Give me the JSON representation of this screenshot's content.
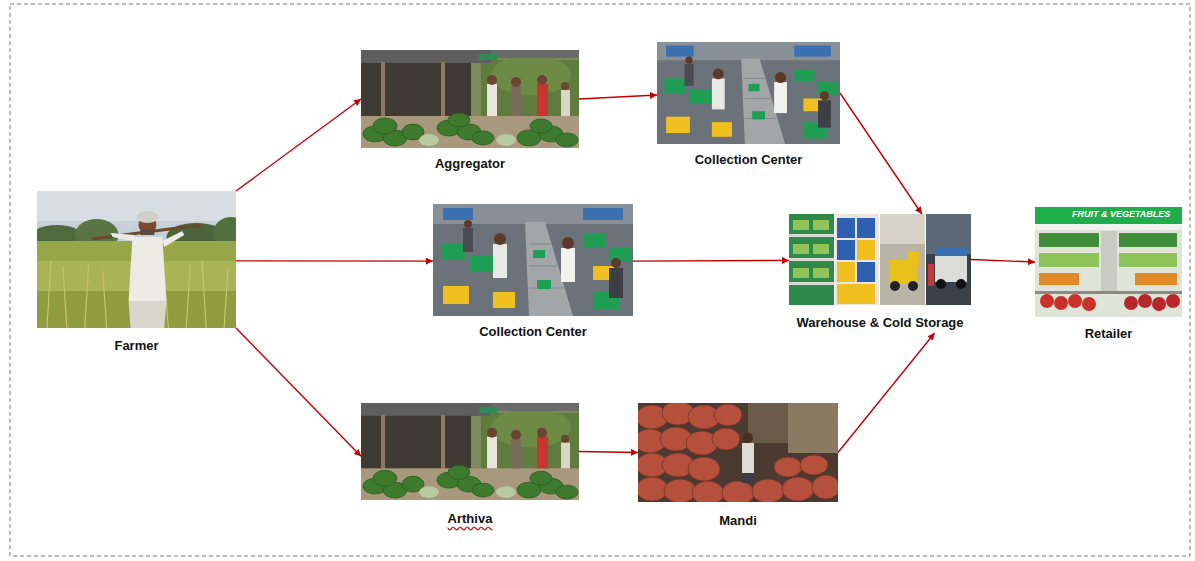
{
  "diagram": {
    "nodes": [
      {
        "text": [
          "Farmer"
        ]
      },
      {
        "text": [
          "Aggregator"
        ]
      },
      {
        "text": [
          "Collection Center"
        ]
      },
      {
        "text": [
          "Collection Center"
        ]
      },
      {
        "text": [
          "Warehouse & Cold Storage"
        ]
      },
      {
        "text": [
          "Retailer"
        ]
      },
      {
        "text": [
          "Arthiva"
        ]
      },
      {
        "text": [
          "Mandi"
        ]
      }
    ],
    "edges": [
      {
        "from": 0,
        "to": 1,
        "arrow": "to"
      },
      {
        "from": 1,
        "to": 2,
        "arrow": "to"
      },
      {
        "from": 2,
        "to": 4,
        "arrow": "to"
      },
      {
        "from": 0,
        "to": 3,
        "arrow": "to"
      },
      {
        "from": 3,
        "to": 4,
        "arrow": "to"
      },
      {
        "from": 0,
        "to": 6,
        "arrow": "to"
      },
      {
        "from": 6,
        "to": 7,
        "arrow": "to"
      },
      {
        "from": 7,
        "to": 4,
        "arrow": "to"
      },
      {
        "from": 4,
        "to": 5,
        "arrow": "to"
      }
    ],
    "labels": [
      "FRUIT & VEGETABLES"
    ]
  }
}
